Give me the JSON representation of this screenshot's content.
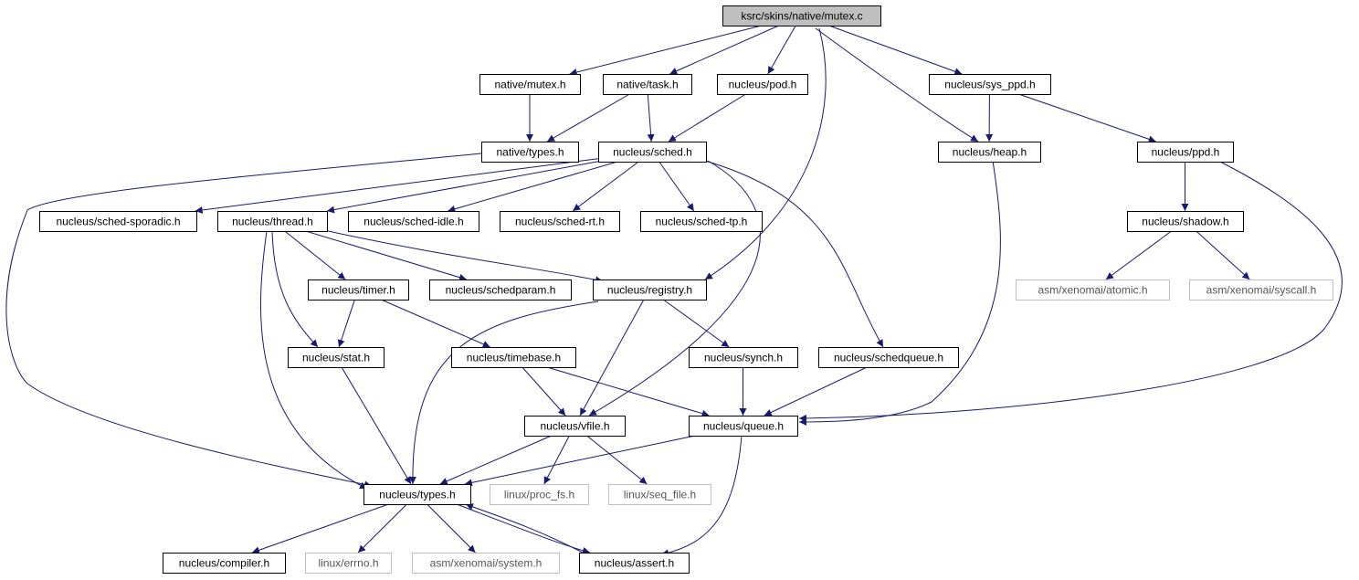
{
  "graph": {
    "edge_color": "#191970",
    "root_fill": "#bfbfbf",
    "external_border": "#bfbfbf",
    "nodes": [
      {
        "id": "root",
        "label": "ksrc/skins/native/mutex.c",
        "kind": "root"
      },
      {
        "id": "native_mutex",
        "label": "native/mutex.h",
        "kind": "file"
      },
      {
        "id": "native_task",
        "label": "native/task.h",
        "kind": "file"
      },
      {
        "id": "nucleus_pod",
        "label": "nucleus/pod.h",
        "kind": "file"
      },
      {
        "id": "nucleus_sys_ppd",
        "label": "nucleus/sys_ppd.h",
        "kind": "file"
      },
      {
        "id": "native_types",
        "label": "native/types.h",
        "kind": "file"
      },
      {
        "id": "nucleus_sched",
        "label": "nucleus/sched.h",
        "kind": "file"
      },
      {
        "id": "nucleus_heap",
        "label": "nucleus/heap.h",
        "kind": "file"
      },
      {
        "id": "nucleus_ppd",
        "label": "nucleus/ppd.h",
        "kind": "file"
      },
      {
        "id": "sched_sporadic",
        "label": "nucleus/sched-sporadic.h",
        "kind": "file"
      },
      {
        "id": "nucleus_thread",
        "label": "nucleus/thread.h",
        "kind": "file"
      },
      {
        "id": "sched_idle",
        "label": "nucleus/sched-idle.h",
        "kind": "file"
      },
      {
        "id": "sched_rt",
        "label": "nucleus/sched-rt.h",
        "kind": "file"
      },
      {
        "id": "sched_tp",
        "label": "nucleus/sched-tp.h",
        "kind": "file"
      },
      {
        "id": "nucleus_shadow",
        "label": "nucleus/shadow.h",
        "kind": "file"
      },
      {
        "id": "nucleus_timer",
        "label": "nucleus/timer.h",
        "kind": "file"
      },
      {
        "id": "nucleus_schedparam",
        "label": "nucleus/schedparam.h",
        "kind": "file"
      },
      {
        "id": "nucleus_registry",
        "label": "nucleus/registry.h",
        "kind": "file"
      },
      {
        "id": "asm_atomic",
        "label": "asm/xenomai/atomic.h",
        "kind": "external"
      },
      {
        "id": "asm_syscall",
        "label": "asm/xenomai/syscall.h",
        "kind": "external"
      },
      {
        "id": "nucleus_stat",
        "label": "nucleus/stat.h",
        "kind": "file"
      },
      {
        "id": "nucleus_timebase",
        "label": "nucleus/timebase.h",
        "kind": "file"
      },
      {
        "id": "nucleus_synch",
        "label": "nucleus/synch.h",
        "kind": "file"
      },
      {
        "id": "nucleus_schedqueue",
        "label": "nucleus/schedqueue.h",
        "kind": "file"
      },
      {
        "id": "nucleus_vfile",
        "label": "nucleus/vfile.h",
        "kind": "file"
      },
      {
        "id": "nucleus_queue",
        "label": "nucleus/queue.h",
        "kind": "file"
      },
      {
        "id": "nucleus_types",
        "label": "nucleus/types.h",
        "kind": "file"
      },
      {
        "id": "linux_proc_fs",
        "label": "linux/proc_fs.h",
        "kind": "external"
      },
      {
        "id": "linux_seq_file",
        "label": "linux/seq_file.h",
        "kind": "external"
      },
      {
        "id": "nucleus_compiler",
        "label": "nucleus/compiler.h",
        "kind": "file"
      },
      {
        "id": "linux_errno",
        "label": "linux/errno.h",
        "kind": "external"
      },
      {
        "id": "asm_system",
        "label": "asm/xenomai/system.h",
        "kind": "external"
      },
      {
        "id": "nucleus_assert",
        "label": "nucleus/assert.h",
        "kind": "file"
      }
    ],
    "edges": [
      [
        "root",
        "native_mutex"
      ],
      [
        "root",
        "native_task"
      ],
      [
        "root",
        "nucleus_pod"
      ],
      [
        "root",
        "nucleus_sys_ppd"
      ],
      [
        "root",
        "nucleus_heap"
      ],
      [
        "root",
        "nucleus_registry"
      ],
      [
        "native_mutex",
        "native_types"
      ],
      [
        "native_task",
        "native_types"
      ],
      [
        "native_task",
        "nucleus_sched"
      ],
      [
        "nucleus_pod",
        "nucleus_sched"
      ],
      [
        "nucleus_sys_ppd",
        "nucleus_heap"
      ],
      [
        "nucleus_sys_ppd",
        "nucleus_ppd"
      ],
      [
        "native_types",
        "nucleus_types"
      ],
      [
        "nucleus_sched",
        "sched_sporadic"
      ],
      [
        "nucleus_sched",
        "nucleus_thread"
      ],
      [
        "nucleus_sched",
        "sched_idle"
      ],
      [
        "nucleus_sched",
        "sched_rt"
      ],
      [
        "nucleus_sched",
        "sched_tp"
      ],
      [
        "nucleus_sched",
        "nucleus_vfile"
      ],
      [
        "nucleus_sched",
        "nucleus_schedqueue"
      ],
      [
        "nucleus_heap",
        "nucleus_queue"
      ],
      [
        "nucleus_ppd",
        "nucleus_shadow"
      ],
      [
        "nucleus_ppd",
        "nucleus_queue"
      ],
      [
        "nucleus_shadow",
        "asm_atomic"
      ],
      [
        "nucleus_shadow",
        "asm_syscall"
      ],
      [
        "nucleus_thread",
        "nucleus_timer"
      ],
      [
        "nucleus_thread",
        "nucleus_schedparam"
      ],
      [
        "nucleus_thread",
        "nucleus_registry"
      ],
      [
        "nucleus_thread",
        "nucleus_stat"
      ],
      [
        "nucleus_thread",
        "nucleus_types"
      ],
      [
        "nucleus_timer",
        "nucleus_stat"
      ],
      [
        "nucleus_timer",
        "nucleus_timebase"
      ],
      [
        "nucleus_registry",
        "nucleus_synch"
      ],
      [
        "nucleus_registry",
        "nucleus_vfile"
      ],
      [
        "nucleus_registry",
        "nucleus_types"
      ],
      [
        "nucleus_stat",
        "nucleus_types"
      ],
      [
        "nucleus_timebase",
        "nucleus_vfile"
      ],
      [
        "nucleus_timebase",
        "nucleus_queue"
      ],
      [
        "nucleus_synch",
        "nucleus_queue"
      ],
      [
        "nucleus_schedqueue",
        "nucleus_queue"
      ],
      [
        "nucleus_vfile",
        "nucleus_types"
      ],
      [
        "nucleus_vfile",
        "linux_proc_fs"
      ],
      [
        "nucleus_vfile",
        "linux_seq_file"
      ],
      [
        "nucleus_queue",
        "nucleus_types"
      ],
      [
        "nucleus_queue",
        "nucleus_assert"
      ],
      [
        "nucleus_types",
        "nucleus_compiler"
      ],
      [
        "nucleus_types",
        "linux_errno"
      ],
      [
        "nucleus_types",
        "asm_system"
      ],
      [
        "nucleus_types",
        "nucleus_assert"
      ],
      [
        "nucleus_assert",
        "nucleus_types"
      ]
    ]
  }
}
